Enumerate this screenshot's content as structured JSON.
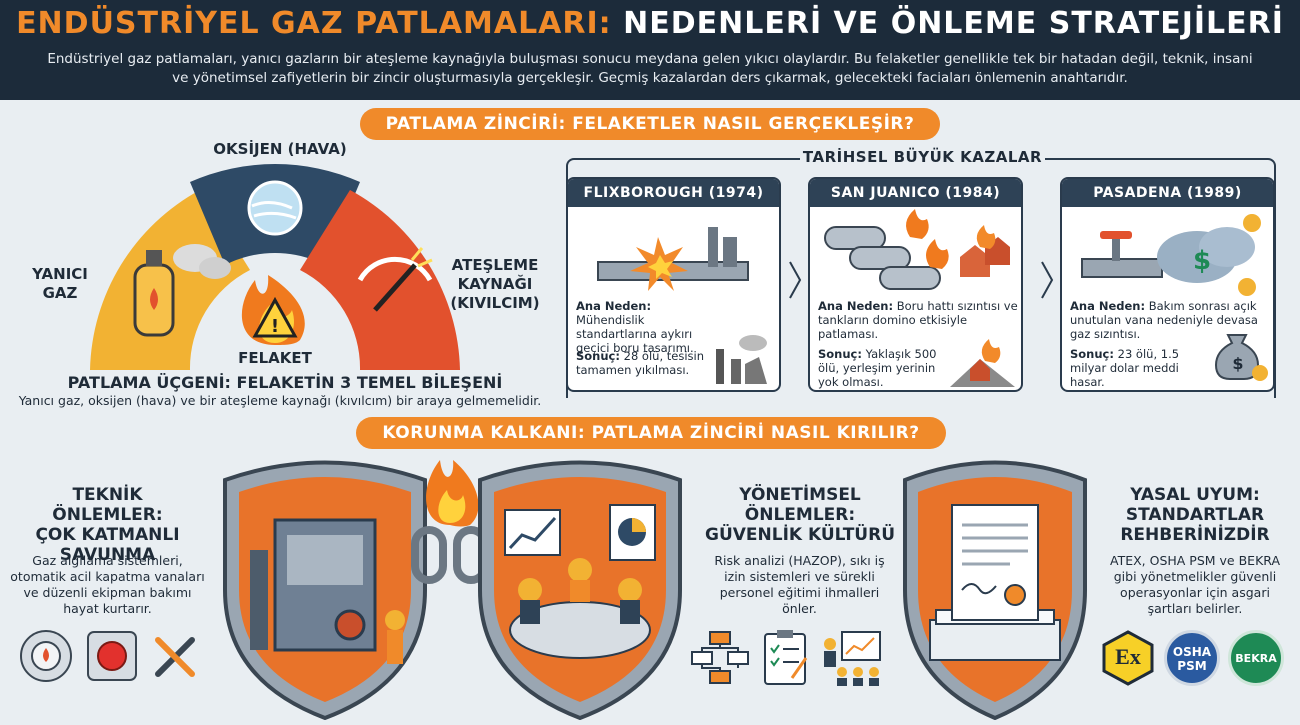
{
  "header": {
    "title_part1": "ENDÜSTRİYEL GAZ PATLAMALARI:",
    "title_part2": "NEDENLERİ VE ÖNLEME STRATEJİLERİ",
    "intro": "Endüstriyel gaz patlamaları, yanıcı gazların bir ateşleme kaynağıyla buluşması sonucu meydana gelen yıkıcı olaylardır. Bu felaketler genellikle tek bir hatadan değil, teknik, insani ve yönetimsel zafiyetlerin bir zincir oluşturmasıyla gerçekleşir. Geçmiş kazalardan ders çıkarmak, gelecekteki faciaları önlemenin anahtarıdır."
  },
  "section1": {
    "pill": "PATLAMA ZİNCİRİ: FELAKETLER NASIL GERÇEKLEŞİR?",
    "triangle": {
      "oxygen": "OKSİJEN (HAVA)",
      "fuel_line1": "YANICI",
      "fuel_line2": "GAZ",
      "ignition_line1": "ATEŞLEME",
      "ignition_line2": "KAYNAĞI",
      "ignition_line3": "(KIVILCIM)",
      "center": "FELAKET",
      "title": "PATLAMA ÜÇGENİ: FELAKETİN 3 TEMEL BİLEŞENİ",
      "subtitle": "Yanıcı gaz, oksijen (hava) ve bir ateşleme kaynağı (kıvılcım) bir araya gelmemelidir."
    },
    "history": {
      "title": "TARİHSEL BÜYÜK KAZALAR",
      "cards": [
        {
          "name": "FLIXBOROUGH (1974)",
          "cause_label": "Ana Neden:",
          "cause": "Mühendislik standartlarına aykırı geçici boru tasarımı.",
          "result_label": "Sonuç:",
          "result": "28 ölü, tesisin tamamen yıkılması."
        },
        {
          "name": "SAN JUANICO (1984)",
          "cause_label": "Ana Neden:",
          "cause": "Boru hattı sızıntısı ve tankların domino etkisiyle patlaması.",
          "result_label": "Sonuç:",
          "result": "Yaklaşık 500 ölü, yerleşim yerinin yok olması."
        },
        {
          "name": "PASADENA (1989)",
          "cause_label": "Ana Neden:",
          "cause": "Bakım sonrası açık unutulan vana nedeniyle devasa gaz sızıntısı.",
          "result_label": "Sonuç:",
          "result": "23 ölü, 1.5 milyar dolar meddi hasar."
        }
      ]
    }
  },
  "section2": {
    "pill": "KORUNMA KALKANI: PATLAMA ZİNCİRİ NASIL KIRILIR?",
    "technical": {
      "title_l1": "TEKNİK ÖNLEMLER:",
      "title_l2": "ÇOK KATMANLI",
      "title_l3": "SAVUNMA",
      "body": "Gaz algılama sistemleri, otomatik acil kapatma vanaları ve düzenli ekipman bakımı hayat kurtarır."
    },
    "management": {
      "title_l1": "YÖNETİMSEL",
      "title_l2": "ÖNLEMLER:",
      "title_l3": "GÜVENLİK KÜLTÜRÜ",
      "body": "Risk analizi (HAZOP), sıkı iş izin sistemleri ve sürekli personel eğitimi ihmalleri önler."
    },
    "legal": {
      "title_l1": "YASAL UYUM:",
      "title_l2": "STANDARTLAR",
      "title_l3": "REHBERİNİZDİR",
      "body": "ATEX, OSHA PSM ve BEKRA gibi yönetmelikler güvenli operasyonlar için asgari şartları belirler.",
      "badges": {
        "ex": "Ex",
        "osha_l1": "OSHA",
        "osha_l2": "PSM",
        "bekra": "BEKRA"
      }
    }
  },
  "colors": {
    "navy": "#1c2b3a",
    "orange": "#f08a2a",
    "red": "#e2512d",
    "yellow": "#f2b233",
    "blue": "#2e4a66",
    "green": "#1e8a55"
  }
}
